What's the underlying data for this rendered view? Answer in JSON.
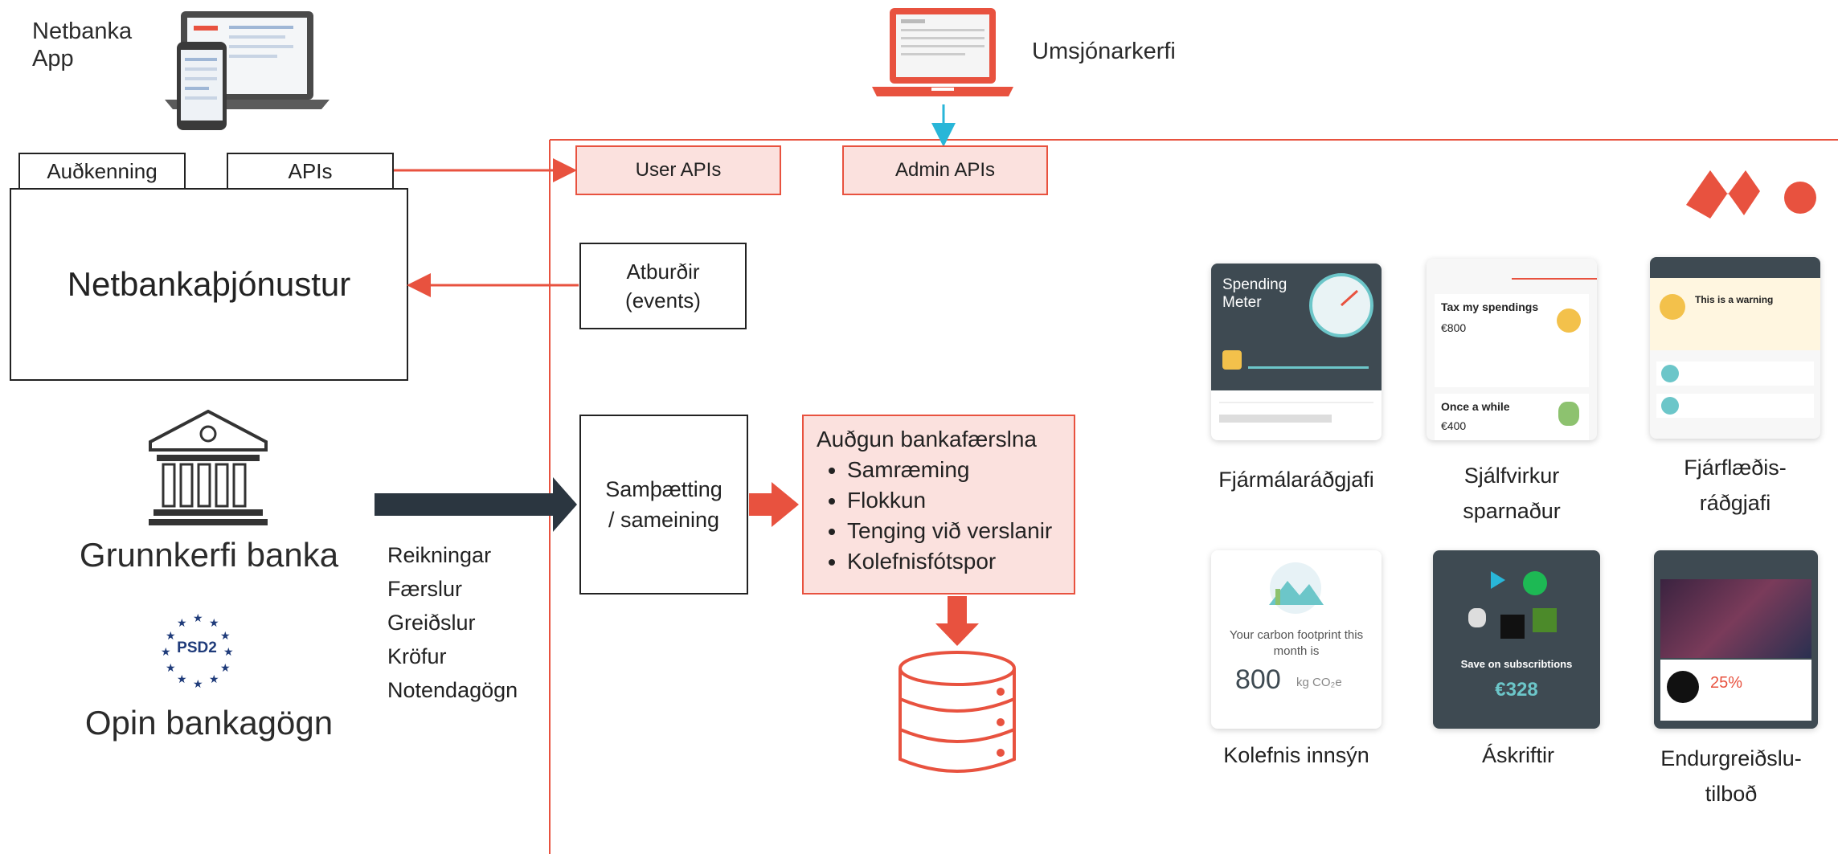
{
  "netbanka_app": {
    "label_line1": "Netbanka",
    "label_line2": "App"
  },
  "umsjonarkerfi": {
    "label": "Umsjónarkerfi"
  },
  "top_boxes": {
    "audkenning": "Auðkenning",
    "apis": "APIs"
  },
  "netbanka_services": {
    "label": "Netbankaþjónustur"
  },
  "core_bank": {
    "label": "Grunnkerfi banka"
  },
  "psd2": {
    "badge": "PSD2",
    "label": "Opin bankagögn"
  },
  "data_items": [
    "Reikningar",
    "Færslur",
    "Greiðslur",
    "Kröfur",
    "Notendagögn"
  ],
  "platform": {
    "user_apis": "User APIs",
    "admin_apis": "Admin APIs",
    "events_line1": "Atburðir",
    "events_line2": "(events)",
    "integration_line1": "Samþætting",
    "integration_line2": "/ sameining",
    "enrichment": {
      "title": "Auðgun bankafærslna",
      "items": [
        "Samræming",
        "Flokkun",
        "Tenging við verslanir",
        "Kolefnisfótspor"
      ]
    }
  },
  "features": [
    {
      "caption": "Fjármálaráðgjafi"
    },
    {
      "caption_line1": "Sjálfvirkur",
      "caption_line2": "sparnaður"
    },
    {
      "caption_line1": "Fjárflæðis-",
      "caption_line2": "ráðgjafi"
    },
    {
      "caption": "Kolefnis innsýn"
    },
    {
      "caption": "Áskriftir"
    },
    {
      "caption_line1": "Endurgreiðslu-",
      "caption_line2": "tilboð"
    }
  ],
  "card_texts": {
    "spending_meter_title": "Spending Meter",
    "tax_title": "Tax my spendings",
    "tax_amount": "€800",
    "once_title": "Once a while",
    "once_amount": "€400",
    "warning_title": "This is a warning",
    "carbon_text": "Your carbon footprint this month is",
    "carbon_value": "800",
    "carbon_unit": "kg CO₂e",
    "subs_text": "Save on subscribtions",
    "subs_amount": "€328",
    "cashback_pct": "25%"
  },
  "colors": {
    "accent": "#e8523f",
    "pink_fill": "#fbe1de",
    "dark_arrow": "#2b3640",
    "cyan_arrow": "#29b6d8",
    "card_dark": "#3e4a52"
  }
}
